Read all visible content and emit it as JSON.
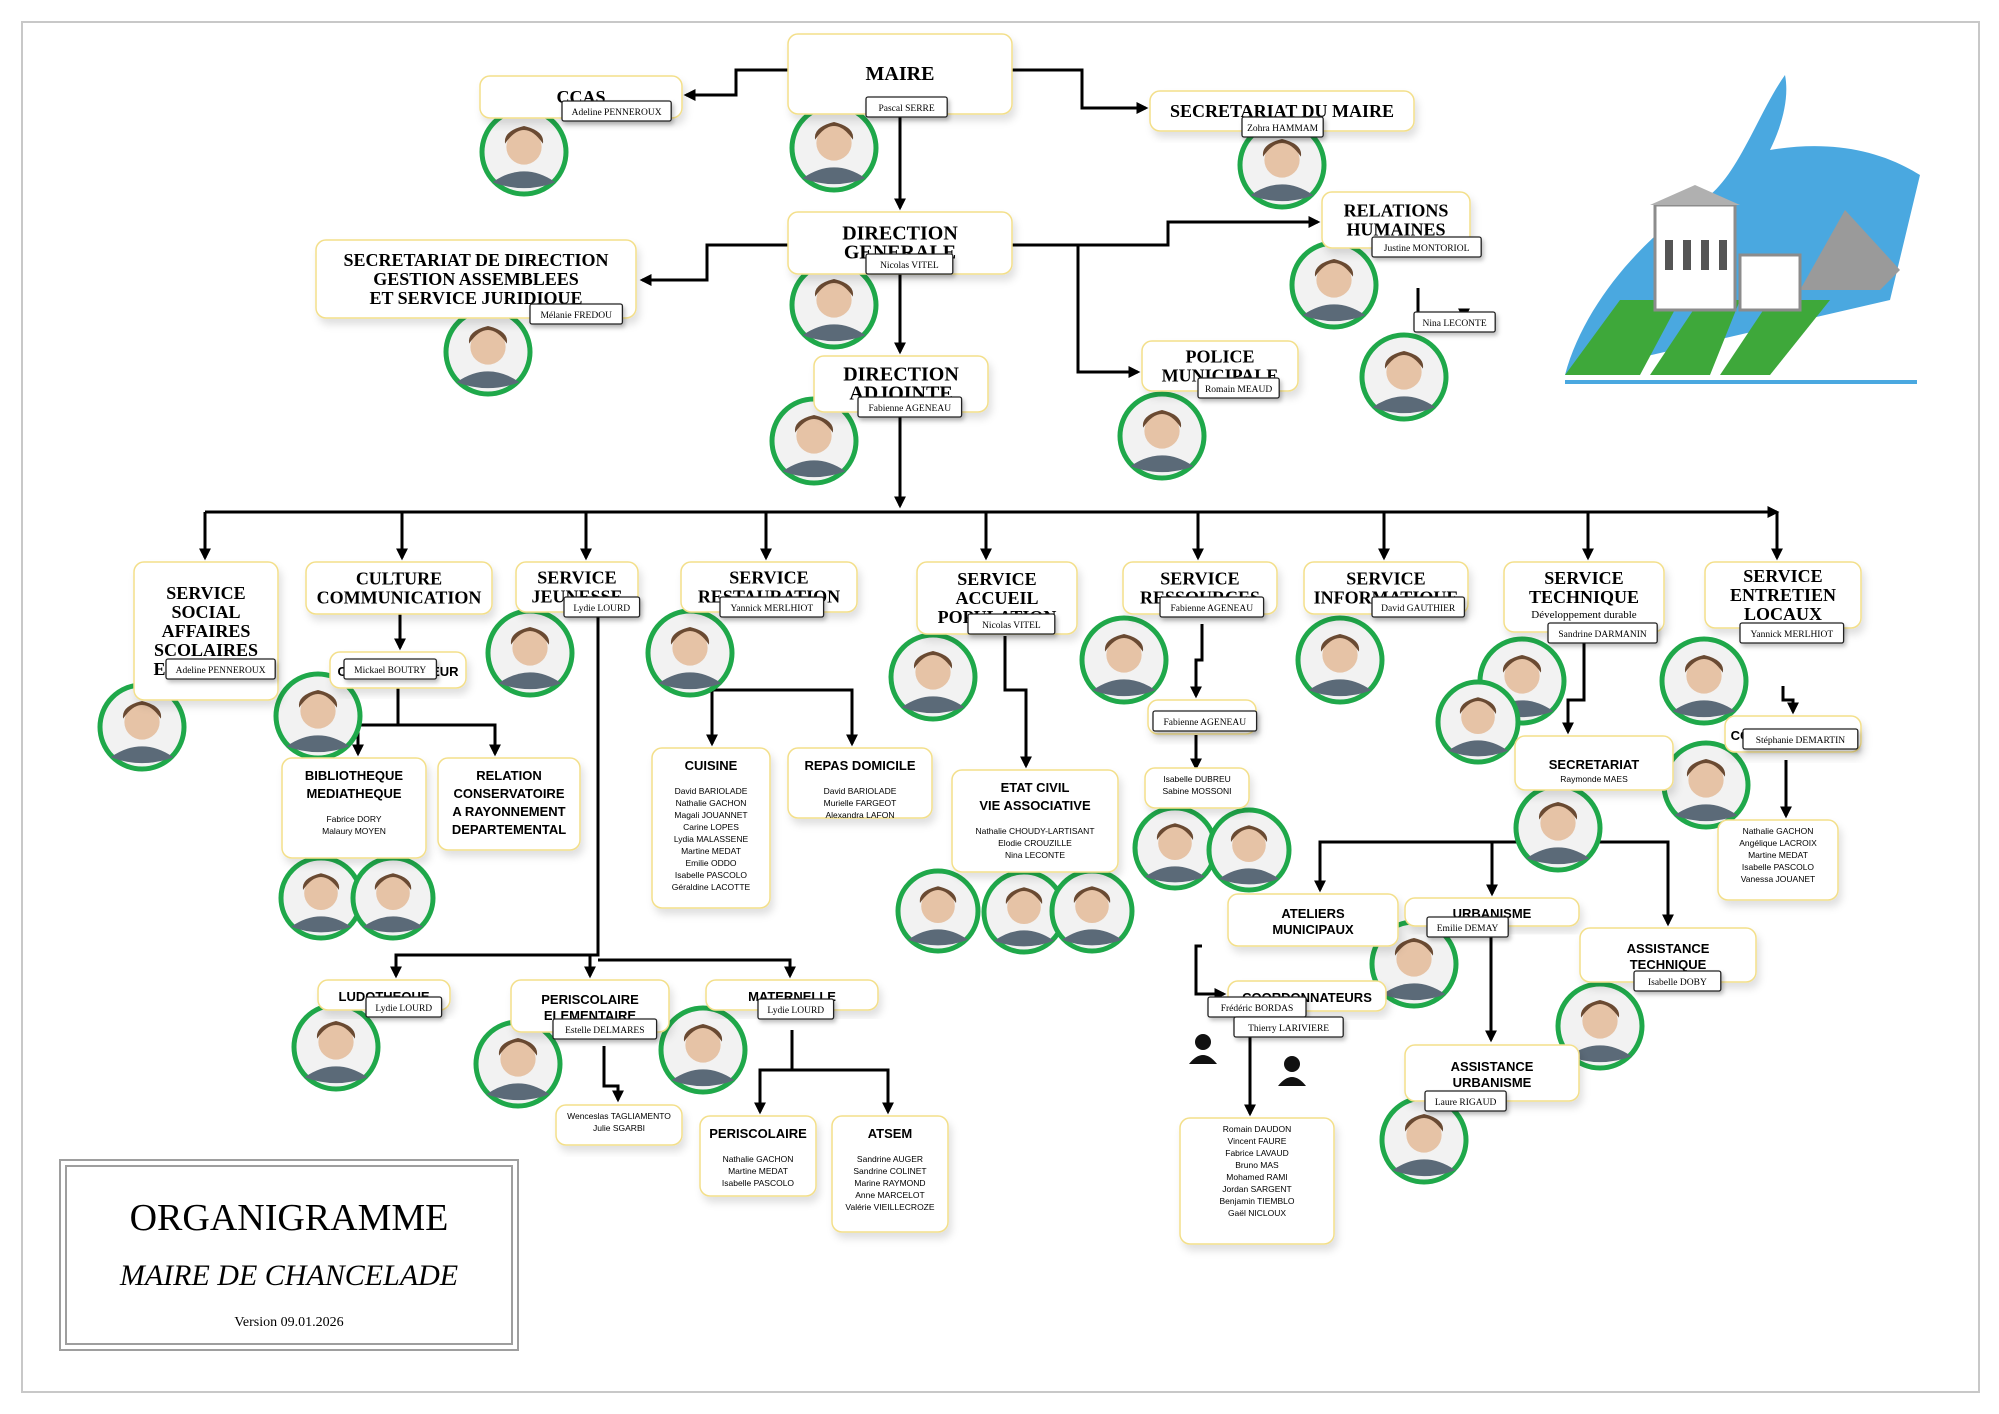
{
  "units": [
    {
      "id": "maire",
      "title": [
        "MAIRE"
      ],
      "big": true,
      "person": "Pascal SERRE"
    },
    {
      "id": "ccas",
      "title": [
        "CCAS"
      ],
      "person": "Adeline PENNEROUX"
    },
    {
      "id": "sec-maire",
      "title": [
        "SECRETARIAT DU MAIRE"
      ],
      "person": "Zohra HAMMAM"
    },
    {
      "id": "dg",
      "title": [
        "DIRECTION",
        "GENERALE"
      ],
      "big": true,
      "person": "Nicolas VITEL"
    },
    {
      "id": "sec-dir",
      "title": [
        "SECRETARIAT DE DIRECTION",
        "GESTION ASSEMBLEES",
        "ET SERVICE JURIDIQUE"
      ],
      "person": "Mélanie FREDOU"
    },
    {
      "id": "rh",
      "title": [
        "RELATIONS",
        "HUMAINES"
      ],
      "person": "Justine MONTORIOL"
    },
    {
      "id": "rh2",
      "title": [],
      "person": "Nina LECONTE"
    },
    {
      "id": "police",
      "title": [
        "POLICE",
        "MUNICIPALE"
      ],
      "person": "Romain MEAUD"
    },
    {
      "id": "da",
      "title": [
        "DIRECTION",
        "ADJOINTE"
      ],
      "big": true,
      "person": "Fabienne AGENEAU"
    },
    {
      "id": "social",
      "title": [
        "SERVICE",
        "SOCIAL",
        "AFFAIRES",
        "SCOLAIRES",
        "ELECTIONS"
      ],
      "person": "Adeline PENNEROUX"
    },
    {
      "id": "culture",
      "title": [
        "CULTURE",
        "COMMUNICATION"
      ],
      "person": ""
    },
    {
      "id": "coord",
      "title": [
        "COORDONNATEUR"
      ],
      "sans": true,
      "person": "Mickael BOUTRY"
    },
    {
      "id": "jeunesse",
      "title": [
        "SERVICE",
        "JEUNESSE"
      ],
      "person": "Lydie LOURD"
    },
    {
      "id": "resto",
      "title": [
        "SERVICE",
        "RESTAURATION"
      ],
      "person": "Yannick MERLHIOT"
    },
    {
      "id": "accueil",
      "title": [
        "SERVICE",
        "ACCUEIL",
        "POPULATION"
      ],
      "person": "Nicolas VITEL"
    },
    {
      "id": "ressources",
      "title": [
        "SERVICE",
        "RESSOURCES"
      ],
      "person": "Fabienne AGENEAU"
    },
    {
      "id": "finances",
      "title": [
        "FINANCES"
      ],
      "sans": true,
      "person": "Fabienne AGENEAU"
    },
    {
      "id": "info",
      "title": [
        "SERVICE",
        "INFORMATIQUE"
      ],
      "person": "David GAUTHIER"
    },
    {
      "id": "tech",
      "title": [
        "SERVICE",
        "TECHNIQUE"
      ],
      "subtitle": "Développement durable",
      "person": "Sandrine DARMANIN"
    },
    {
      "id": "secretariat",
      "title": [
        "SECRETARIAT"
      ],
      "sans": true,
      "plain": "Raymonde MAES",
      "person": ""
    },
    {
      "id": "entretien",
      "title": [
        "SERVICE",
        "ENTRETIEN",
        "LOCAUX"
      ],
      "person": "Yannick MERLHIOT"
    },
    {
      "id": "coordtrice",
      "title": [
        "COORDONNATRICE"
      ],
      "sans": true,
      "person": "Stéphanie DEMARTIN"
    },
    {
      "id": "ludo",
      "title": [
        "LUDOTHEQUE"
      ],
      "sans": true,
      "person": "Lydie LOURD"
    },
    {
      "id": "peri-elem",
      "title": [
        "PERISCOLAIRE",
        "ELEMENTAIRE"
      ],
      "sans": true,
      "person": "Estelle DELMARES"
    },
    {
      "id": "maternelle",
      "title": [
        "MATERNELLE"
      ],
      "sans": true,
      "person": "Lydie LOURD"
    },
    {
      "id": "ateliers",
      "title": [
        "ATELIERS",
        "MUNICIPAUX"
      ],
      "sans": true,
      "person": ""
    },
    {
      "id": "urbanisme",
      "title": [
        "URBANISME"
      ],
      "sans": true,
      "person": "Emilie DEMAY"
    },
    {
      "id": "assist-tech",
      "title": [
        "ASSISTANCE",
        "TECHNIQUE"
      ],
      "sans": true,
      "person": "Isabelle DOBY"
    },
    {
      "id": "assist-urb",
      "title": [
        "ASSISTANCE",
        "URBANISME"
      ],
      "sans": true,
      "person": "Laure RIGAUD"
    },
    {
      "id": "coordos",
      "title": [
        "COORDONNATEURS"
      ],
      "sans": true,
      "person": "Frédéric BORDAS",
      "person2": "Thierry LARIVIERE"
    }
  ],
  "teams": [
    {
      "id": "biblio",
      "title": [
        "BIBLIOTHEQUE",
        "MEDIATHEQUE"
      ],
      "members": [
        "Fabrice DORY",
        "Malaury MOYEN"
      ]
    },
    {
      "id": "relation",
      "title": [
        "RELATION",
        "CONSERVATOIRE",
        "A RAYONNEMENT",
        "DEPARTEMENTAL"
      ],
      "members": []
    },
    {
      "id": "cuisine",
      "title": [
        "CUISINE"
      ],
      "members": [
        "David BARIOLADE",
        "Nathalie GACHON",
        "Magali JOUANNET",
        "Carine LOPES",
        "Lydia MALASSENE",
        "Martine MEDAT",
        "Emilie ODDO",
        "Isabelle PASCOLO",
        "Géraldine LACOTTE"
      ]
    },
    {
      "id": "repas",
      "title": [
        "REPAS DOMICILE"
      ],
      "members": [
        "David BARIOLADE",
        "Murielle FARGEOT",
        "Alexandra LAFON"
      ]
    },
    {
      "id": "etatcivil",
      "title": [
        "ETAT CIVIL",
        "VIE ASSOCIATIVE"
      ],
      "members": [
        "Nathalie CHOUDY-LARTISANT",
        "Elodie CROUZILLE",
        "Nina LECONTE"
      ]
    },
    {
      "id": "fin-team",
      "title": [],
      "members": [
        "Isabelle  DUBREU",
        "Sabine MOSSONI"
      ]
    },
    {
      "id": "entretien-team",
      "title": [],
      "members": [
        "Nathalie GACHON",
        "Angélique LACROIX",
        "Martine MEDAT",
        "Isabelle PASCOLO",
        "Vanessa JOUANET"
      ]
    },
    {
      "id": "peri-team",
      "title": [],
      "members": [
        "Wenceslas TAGLIAMENTO",
        "Julie SGARBI"
      ]
    },
    {
      "id": "periscolaire",
      "title": [
        "PERISCOLAIRE"
      ],
      "members": [
        "Nathalie GACHON",
        "Martine MEDAT",
        "Isabelle PASCOLO"
      ]
    },
    {
      "id": "atsem",
      "title": [
        "ATSEM"
      ],
      "members": [
        "Sandrine AUGER",
        "Sandrine COLINET",
        "Marine RAYMOND",
        "Anne MARCELOT",
        "Valérie VIEILLECROZE"
      ]
    },
    {
      "id": "ateliers-team",
      "title": [],
      "members": [
        "Romain DAUDON",
        "Vincent FAURE",
        "Fabrice LAVAUD",
        "Bruno MAS",
        "Mohamed RAMI",
        "Jordan SARGENT",
        "Benjamin TIEMBLO",
        "Gaël NICLOUX"
      ]
    }
  ],
  "legend": {
    "title": "ORGANIGRAMME",
    "subtitle": "MAIRE DE CHANCELADE",
    "version": "Version 09.01.2026"
  },
  "colors": {
    "ring": "#1fa84a",
    "box_border": "#f3df8a",
    "logo_blue": "#4aa8e0",
    "logo_green": "#3ea83a"
  }
}
